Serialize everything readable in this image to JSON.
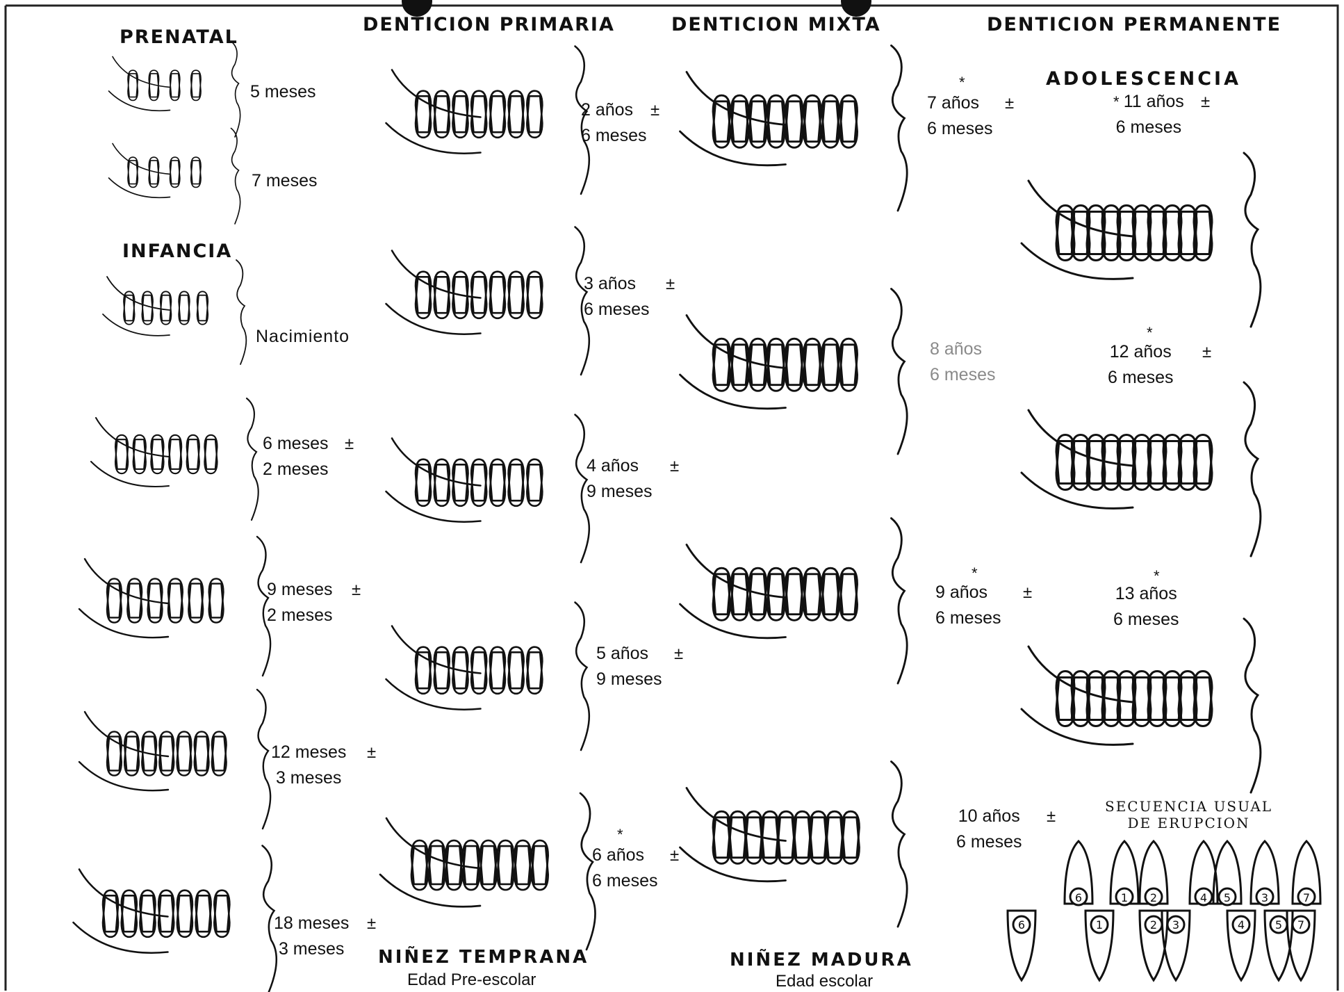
{
  "headers": {
    "prenatal": "PRENATAL",
    "primaria": "DENTICION PRIMARIA",
    "mixta": "DENTICION MIXTA",
    "permanente": "DENTICION PERMANENTE",
    "infancia": "INFANCIA",
    "adolescencia": "ADOLESCENCIA"
  },
  "footer": {
    "ninez_temprana": "NIÑEZ TEMPRANA",
    "edad_preescolar": "Edad Pre-escolar",
    "ninez_madura": "NIÑEZ  MADURA",
    "edad_escolar": "Edad escolar"
  },
  "sequence": {
    "line1": "SECUENCIA USUAL",
    "line2": "DE ERUPCION",
    "upper_numbers": [
      "6",
      "1",
      "2",
      "4",
      "5",
      "3",
      "7"
    ],
    "lower_numbers": [
      "6",
      "1",
      "2",
      "3",
      "4",
      "5",
      "7"
    ]
  },
  "stages": {
    "prenatal": [
      {
        "line1": "5 meses",
        "line2": ""
      },
      {
        "line1": "7 meses",
        "line2": ""
      }
    ],
    "infancia": [
      {
        "line1": "Nacimiento",
        "line2": ""
      },
      {
        "line1": "6 meses",
        "line2": "2 meses",
        "pm": "±"
      },
      {
        "line1": "9 meses",
        "line2": "2 meses",
        "pm": "±"
      },
      {
        "line1": "12 meses",
        "line2": "3 meses",
        "pm": "±"
      },
      {
        "line1": "18 meses",
        "line2": "3 meses",
        "pm": "±"
      }
    ],
    "primaria": [
      {
        "line1": "2 años",
        "line2": "6 meses",
        "pm": "±"
      },
      {
        "line1": "3 años",
        "line2": "6 meses",
        "pm": "±"
      },
      {
        "line1": "4 años",
        "line2": "9 meses",
        "pm": "±"
      },
      {
        "line1": "5 años",
        "line2": "9 meses",
        "pm": "±"
      },
      {
        "line1": "6 años",
        "line2": "6 meses",
        "pm": "±"
      }
    ],
    "mixta": [
      {
        "line1": "7 años",
        "line2": "6 meses",
        "pm": "±"
      },
      {
        "line1": "8 años",
        "line2": "6 meses",
        "pm": ""
      },
      {
        "line1": "9 años",
        "line2": "6 meses",
        "pm": "±"
      },
      {
        "line1": "10 años",
        "line2": "6 meses",
        "pm": "±"
      }
    ],
    "permanente": [
      {
        "line1": "11 años",
        "line2": "6 meses",
        "pm": "±"
      },
      {
        "line1": "12 años",
        "line2": "6 meses",
        "pm": "±"
      },
      {
        "line1": "13 años",
        "line2": "6 meses",
        "pm": ""
      }
    ]
  }
}
